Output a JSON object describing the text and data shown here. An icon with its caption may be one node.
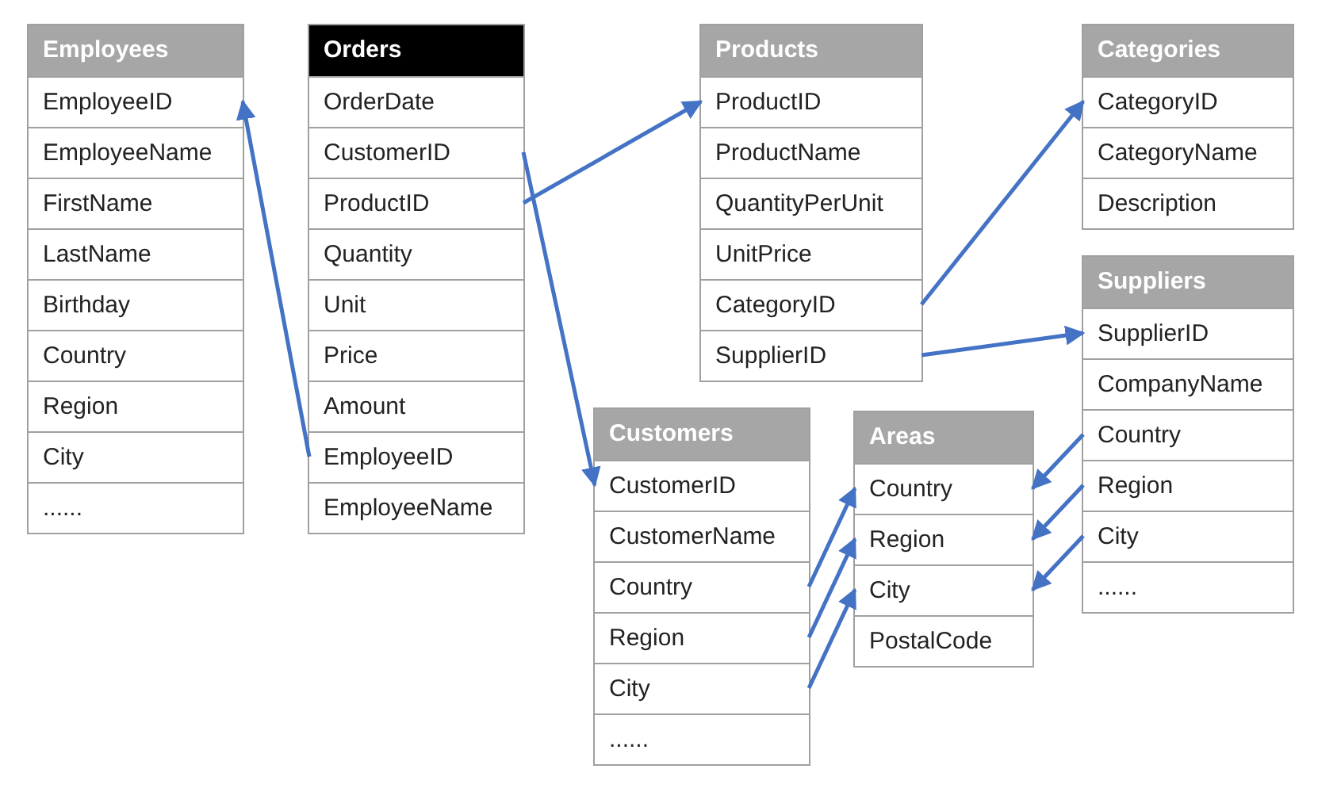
{
  "diagram": {
    "nodes": [
      {
        "text": [
          "Employees"
        ]
      },
      {
        "text": [
          "EmployeeID"
        ],
        "in": 0
      },
      {
        "text": [
          "EmployeeName"
        ],
        "in": 0
      },
      {
        "text": [
          "FirstName"
        ],
        "in": 0
      },
      {
        "text": [
          "LastName"
        ],
        "in": 0
      },
      {
        "text": [
          "Birthday"
        ],
        "in": 0
      },
      {
        "text": [
          "Country"
        ],
        "in": 0
      },
      {
        "text": [
          "Region"
        ],
        "in": 0
      },
      {
        "text": [
          "City"
        ],
        "in": 0
      },
      {
        "text": [
          "......"
        ],
        "in": 0
      },
      {
        "text": [
          "Orders"
        ]
      },
      {
        "text": [
          "OrderDate"
        ],
        "in": 10
      },
      {
        "text": [
          "CustomerID"
        ],
        "in": 10
      },
      {
        "text": [
          "ProductID"
        ],
        "in": 10
      },
      {
        "text": [
          "Quantity"
        ],
        "in": 10
      },
      {
        "text": [
          "Unit"
        ],
        "in": 10
      },
      {
        "text": [
          "Price"
        ],
        "in": 10
      },
      {
        "text": [
          "Amount"
        ],
        "in": 10
      },
      {
        "text": [
          "EmployeeID"
        ],
        "in": 10
      },
      {
        "text": [
          "EmployeeName"
        ],
        "in": 10
      },
      {
        "text": [
          "Products"
        ]
      },
      {
        "text": [
          "ProductID"
        ],
        "in": 20
      },
      {
        "text": [
          "ProductName"
        ],
        "in": 20
      },
      {
        "text": [
          "QuantityPerUnit"
        ],
        "in": 20
      },
      {
        "text": [
          "UnitPrice"
        ],
        "in": 20
      },
      {
        "text": [
          "CategoryID"
        ],
        "in": 20
      },
      {
        "text": [
          "SupplierID"
        ],
        "in": 20
      },
      {
        "text": [
          "Categories"
        ]
      },
      {
        "text": [
          "CategoryID"
        ],
        "in": 27
      },
      {
        "text": [
          "CategoryName"
        ],
        "in": 27
      },
      {
        "text": [
          "Description"
        ],
        "in": 27
      },
      {
        "text": [
          "Suppliers"
        ]
      },
      {
        "text": [
          "SupplierID"
        ],
        "in": 31
      },
      {
        "text": [
          "CompanyName"
        ],
        "in": 31
      },
      {
        "text": [
          "Country"
        ],
        "in": 31
      },
      {
        "text": [
          "Region"
        ],
        "in": 31
      },
      {
        "text": [
          "City"
        ],
        "in": 31
      },
      {
        "text": [
          "......"
        ],
        "in": 31
      },
      {
        "text": [
          "Customers"
        ]
      },
      {
        "text": [
          "CustomerID"
        ],
        "in": 38
      },
      {
        "text": [
          "CustomerName"
        ],
        "in": 38
      },
      {
        "text": [
          "Country"
        ],
        "in": 38
      },
      {
        "text": [
          "Region"
        ],
        "in": 38
      },
      {
        "text": [
          "City"
        ],
        "in": 38
      },
      {
        "text": [
          "......"
        ],
        "in": 38
      },
      {
        "text": [
          "Areas"
        ]
      },
      {
        "text": [
          "Country"
        ],
        "in": 45
      },
      {
        "text": [
          "Region"
        ],
        "in": 45
      },
      {
        "text": [
          "City"
        ],
        "in": 45
      },
      {
        "text": [
          "PostalCode"
        ],
        "in": 45
      }
    ],
    "edges": [
      {
        "from": 18,
        "to": 1,
        "arrow": "to"
      },
      {
        "from": 13,
        "to": 21,
        "arrow": "to"
      },
      {
        "from": 12,
        "to": 39,
        "arrow": "to"
      },
      {
        "from": 25,
        "to": 28,
        "arrow": "to"
      },
      {
        "from": 26,
        "to": 32,
        "arrow": "to"
      },
      {
        "from": 34,
        "to": 46,
        "arrow": "to"
      },
      {
        "from": 35,
        "to": 47,
        "arrow": "to"
      },
      {
        "from": 36,
        "to": 48,
        "arrow": "to"
      },
      {
        "from": 41,
        "to": 46,
        "arrow": "to"
      },
      {
        "from": 42,
        "to": 47,
        "arrow": "to"
      },
      {
        "from": 43,
        "to": 48,
        "arrow": "to"
      }
    ]
  }
}
